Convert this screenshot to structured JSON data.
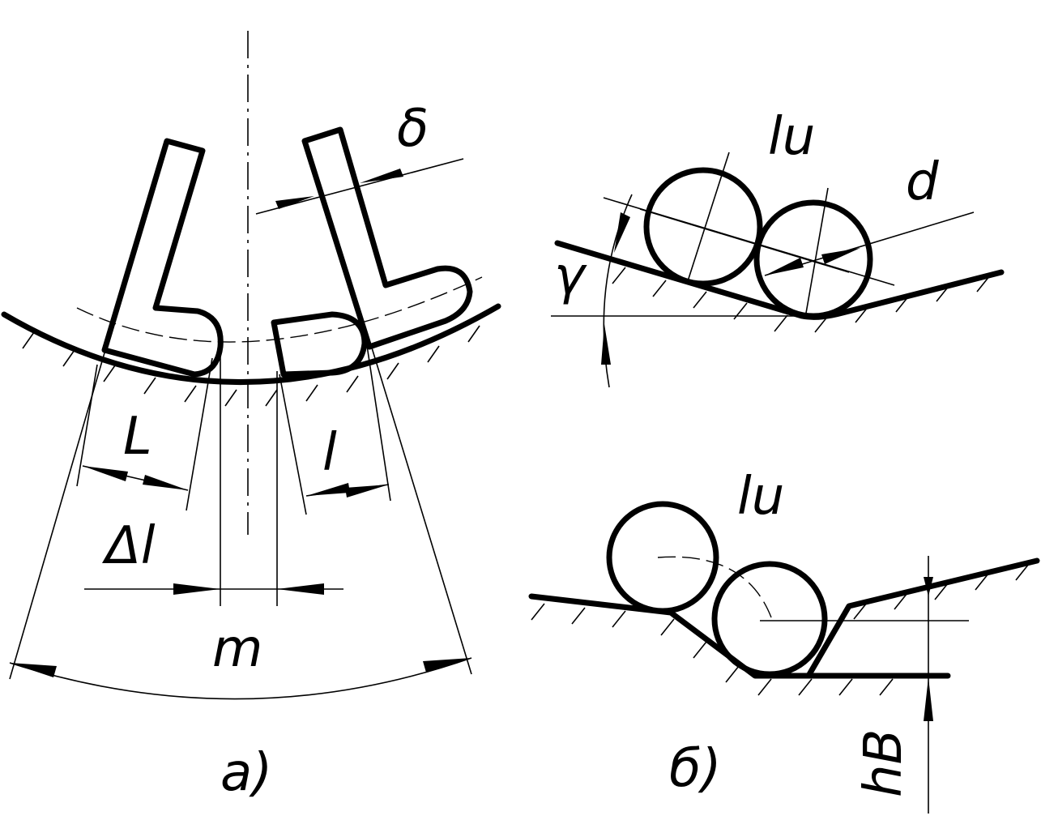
{
  "figure_a": {
    "label_delta": "δ",
    "label_L": "L",
    "label_l": "l",
    "label_delta_l": "Δl",
    "label_m": "m",
    "caption": "а)"
  },
  "figure_b": {
    "top": {
      "label_lu": "lu",
      "label_d": "d",
      "label_gamma": "γ"
    },
    "bottom": {
      "label_lu": "lu",
      "label_hB": "hB"
    },
    "caption": "б)"
  }
}
